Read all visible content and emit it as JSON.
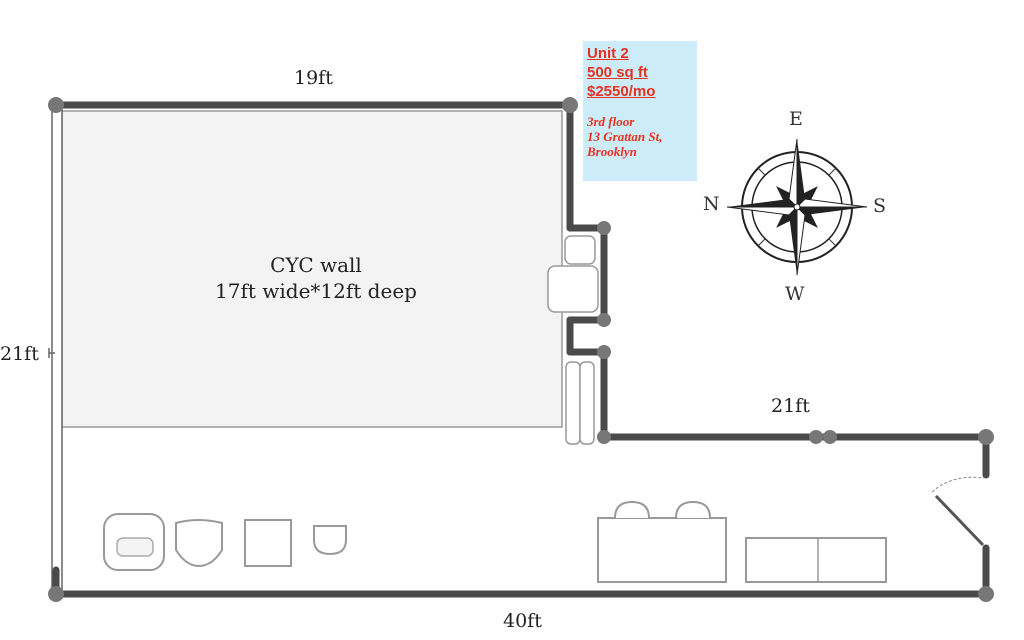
{
  "dimensions": {
    "top_width": "19ft",
    "left_height": "21ft",
    "right_section": "21ft",
    "bottom_width": "40ft"
  },
  "cyc": {
    "name": "CYC wall",
    "size": "17ft wide*12ft deep"
  },
  "unit": {
    "name": "Unit 2",
    "area": "500 sq ft",
    "rent": "$2550/mo",
    "floor": "3rd floor",
    "street": "13 Grattan St,",
    "city": "Brooklyn"
  },
  "compass": {
    "north": "N",
    "east": "E",
    "south": "S",
    "west": "W"
  },
  "colors": {
    "wall": "#4a4a4a",
    "info_bg": "#ccecfa",
    "info_text": "#e8321e"
  }
}
